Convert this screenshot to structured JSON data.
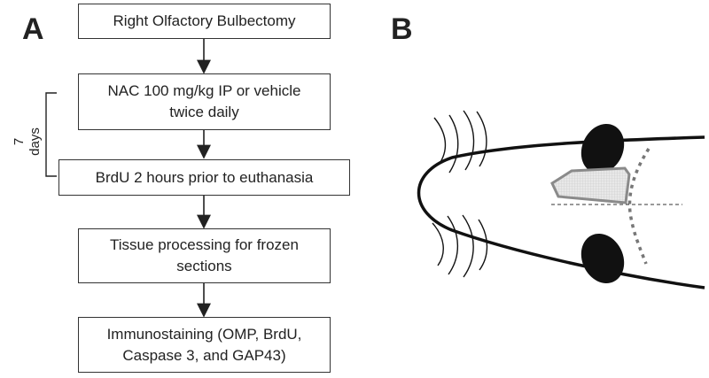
{
  "panels": {
    "a": "A",
    "b": "B"
  },
  "flowchart": {
    "steps": [
      "Right Olfactory Bulbectomy",
      "NAC 100 mg/kg IP or vehicle\ntwice daily",
      "BrdU 2 hours prior to euthanasia",
      "Tissue processing for frozen\nsections",
      "Immunostaining (OMP, BrdU,\nCaspase 3, and GAP43)"
    ],
    "duration_label": "7\ndays"
  }
}
